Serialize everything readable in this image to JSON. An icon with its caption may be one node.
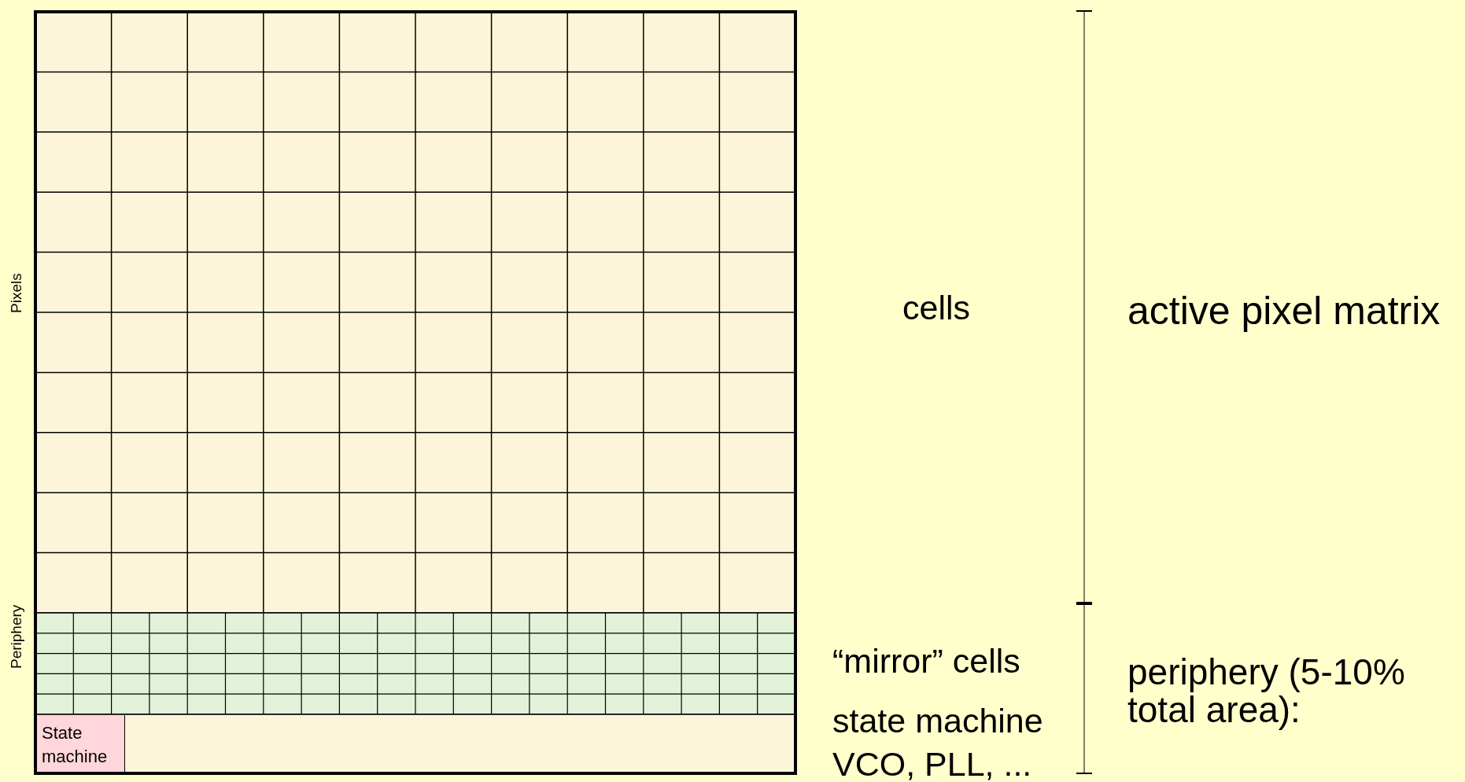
{
  "diagram": {
    "nodes": [
      {
        "text": [
          "State machine"
        ]
      }
    ],
    "edges": [],
    "labels": [
      "Pixels",
      "Periphery",
      "cells",
      "active pixel matrix",
      "“mirror” cells",
      "periphery (5-10% total area):",
      "state machine",
      "VCO, PLL, ..."
    ]
  }
}
